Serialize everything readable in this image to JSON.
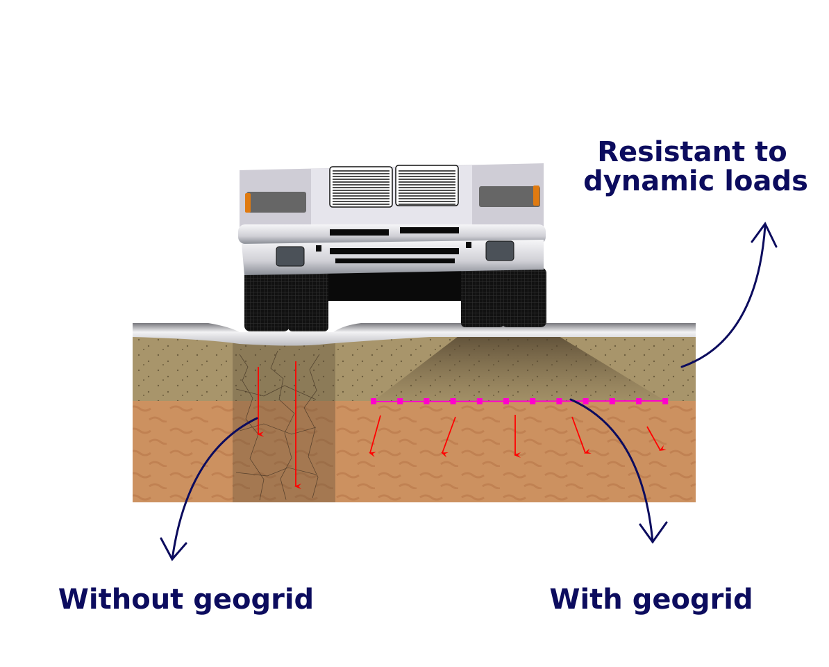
{
  "labels": {
    "resistant_line1": "Resistant to",
    "resistant_line2": "dynamic loads",
    "without": "Without geogrid",
    "with": "With geogrid"
  },
  "colors": {
    "text": "#0c0c5e",
    "upper_soil": "#a8956b",
    "lower_soil": "#cc9160",
    "geogrid": "#ff00cc",
    "arrow": "#ff0000",
    "road": "#c8c8cc"
  },
  "icons": {
    "truck": "truck-front-illustration",
    "arrows": "stress-arrow-icon"
  }
}
